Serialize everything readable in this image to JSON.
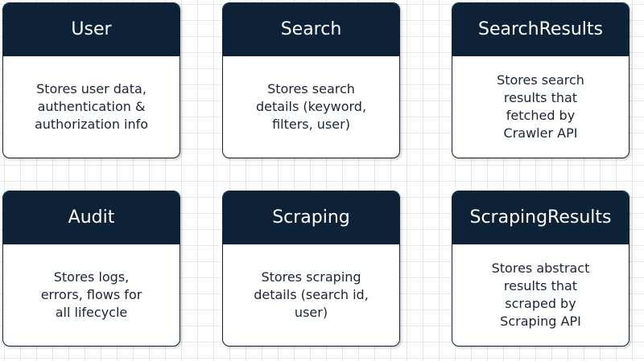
{
  "entities": [
    {
      "title": "User",
      "description": "Stores user data,\nauthentication &\nauthorization info"
    },
    {
      "title": "Search",
      "description": "Stores search\ndetails (keyword,\nfilters, user)"
    },
    {
      "title": "SearchResults",
      "description": "Stores search\nresults that\nfetched by\nCrawler API"
    },
    {
      "title": "Audit",
      "description": "Stores logs,\nerrors, flows for\nall lifecycle"
    },
    {
      "title": "Scraping",
      "description": "Stores scraping\ndetails (search id,\nuser)"
    },
    {
      "title": "ScrapingResults",
      "description": "Stores abstract\nresults that\nscraped by\nScraping API"
    }
  ]
}
